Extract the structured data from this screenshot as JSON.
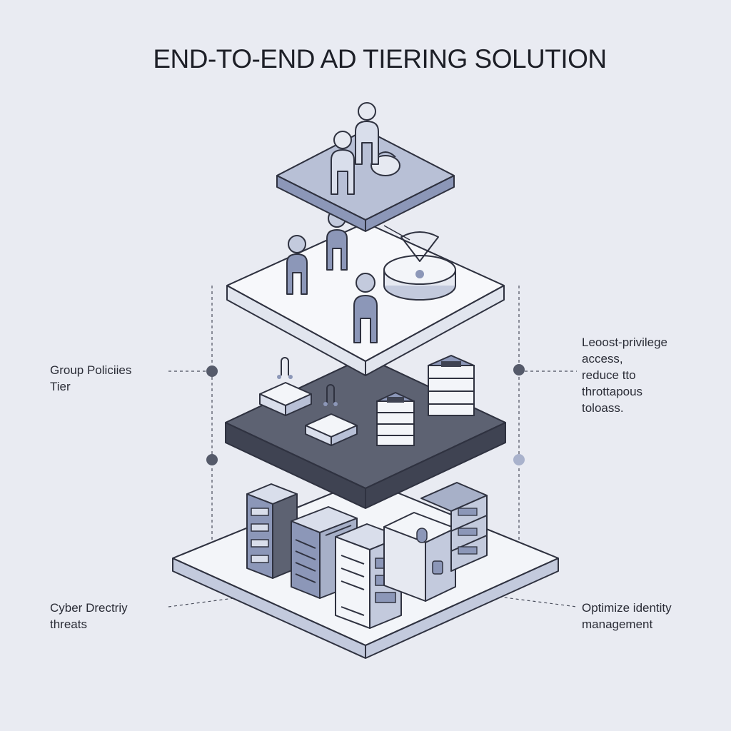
{
  "title": "END-TO-END AD TIERING SOLUTION",
  "labels": {
    "group_policies": [
      "Group Policiies",
      "Tier"
    ],
    "least_privilege": [
      "Leoost-privilege",
      "access,",
      "reduce tto",
      "throttapous",
      "toloass."
    ],
    "cyber_threats": [
      "Cyber Drectriy",
      "threats"
    ],
    "identity": [
      "Optimize identity",
      "management"
    ]
  },
  "colors": {
    "background": "#e9ebf2",
    "outline": "#2f3240",
    "tier_top_fill": "#b8c0d6",
    "tier_mid_fill": "#f7f8fb",
    "tier_dark_fill": "#5d6272",
    "accent_blue": "#8c97b8"
  }
}
